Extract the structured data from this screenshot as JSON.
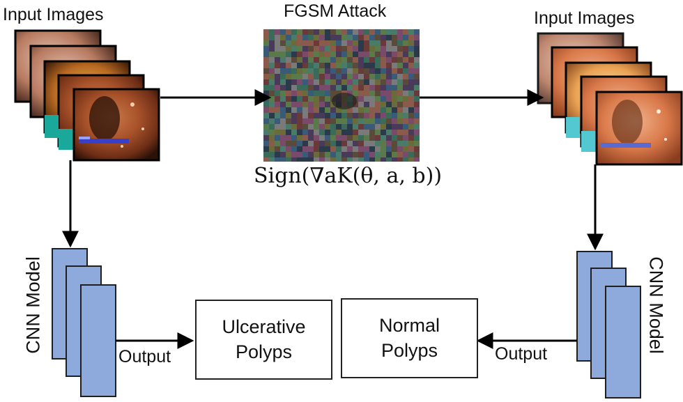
{
  "left_input": {
    "label": "Input Images"
  },
  "attack": {
    "title": "FGSM Attack",
    "formula": "Sign(∇aK(θ, a, b))"
  },
  "right_input": {
    "label": "Input Images"
  },
  "left_model": {
    "label": "CNN Model",
    "output_label": "Output"
  },
  "right_model": {
    "label": "CNN Model",
    "output_label": "Output"
  },
  "class_ulcerative": {
    "line1": "Ulcerative",
    "line2": "Polyps"
  },
  "class_normal": {
    "line1": "Normal",
    "line2": "Polyps"
  },
  "colors": {
    "cnn_fill": "#8EA9DB",
    "cnn_stroke": "#1f1f1f",
    "arrow": "#000000"
  }
}
